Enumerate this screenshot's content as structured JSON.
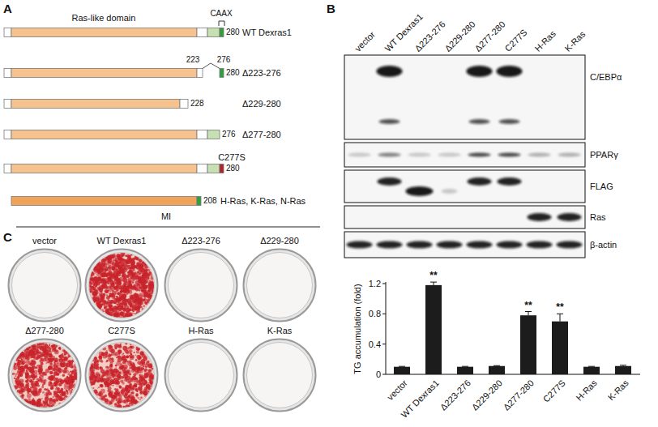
{
  "diagram": {
    "nodes": [
      {
        "text": [
          "vector"
        ]
      },
      {
        "text": [
          "WT Dexras1"
        ]
      },
      {
        "text": [
          "Δ223-276"
        ]
      },
      {
        "text": [
          "Δ229-280"
        ]
      },
      {
        "text": [
          "Δ277-280"
        ]
      },
      {
        "text": [
          "C277S"
        ]
      },
      {
        "text": [
          "H-Ras"
        ]
      },
      {
        "text": [
          "K-Ras"
        ]
      }
    ],
    "labels": [
      "A",
      "Ras-like domain",
      "CAAX",
      "280",
      "WT Dexras1",
      "223",
      "276",
      "280",
      "Δ223-276",
      "228",
      "Δ229-280",
      "276",
      "Δ277-280",
      "C277S",
      "280",
      "208",
      "H-Ras, K-Ras, N-Ras",
      "MI",
      "C",
      "B",
      "vector",
      "WT Dexras1",
      "Δ223-276",
      "Δ229-280",
      "Δ277-280",
      "C277S",
      "H-Ras",
      "K-Ras",
      "C/EBPα",
      "PPARγ",
      "FLAG",
      "Ras",
      "β-actin",
      "TG accumulation (fold)",
      "1.2",
      "0.8",
      "0.4",
      "0",
      "**",
      "**",
      "**",
      "vector",
      "WT Dexras1",
      "Δ223-276",
      "Δ229-280",
      "Δ277-280",
      "C277S",
      "H-Ras",
      "K-Ras"
    ]
  }
}
